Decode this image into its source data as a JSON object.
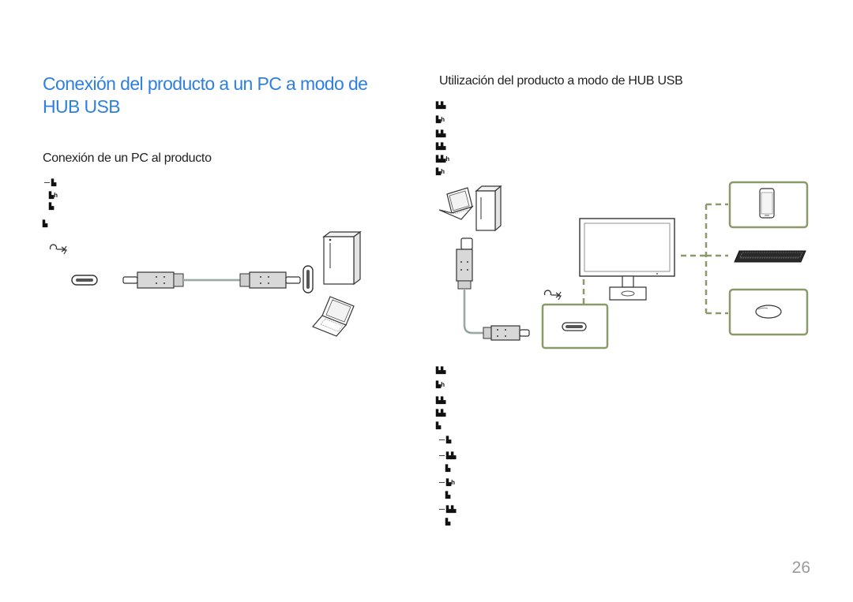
{
  "page": {
    "title": "Conexión del producto a un PC a modo de HUB USB",
    "left_heading": "Conexión de un PC al producto",
    "right_heading": "Utilización del producto a modo de HUB USB",
    "page_number": "26",
    "usb_symbol": "usb-power-delivery-icon"
  },
  "colors": {
    "title_blue": "#2f7fe0",
    "frame_green": "#8a9a6a",
    "text_dark": "#1a1a1a"
  }
}
